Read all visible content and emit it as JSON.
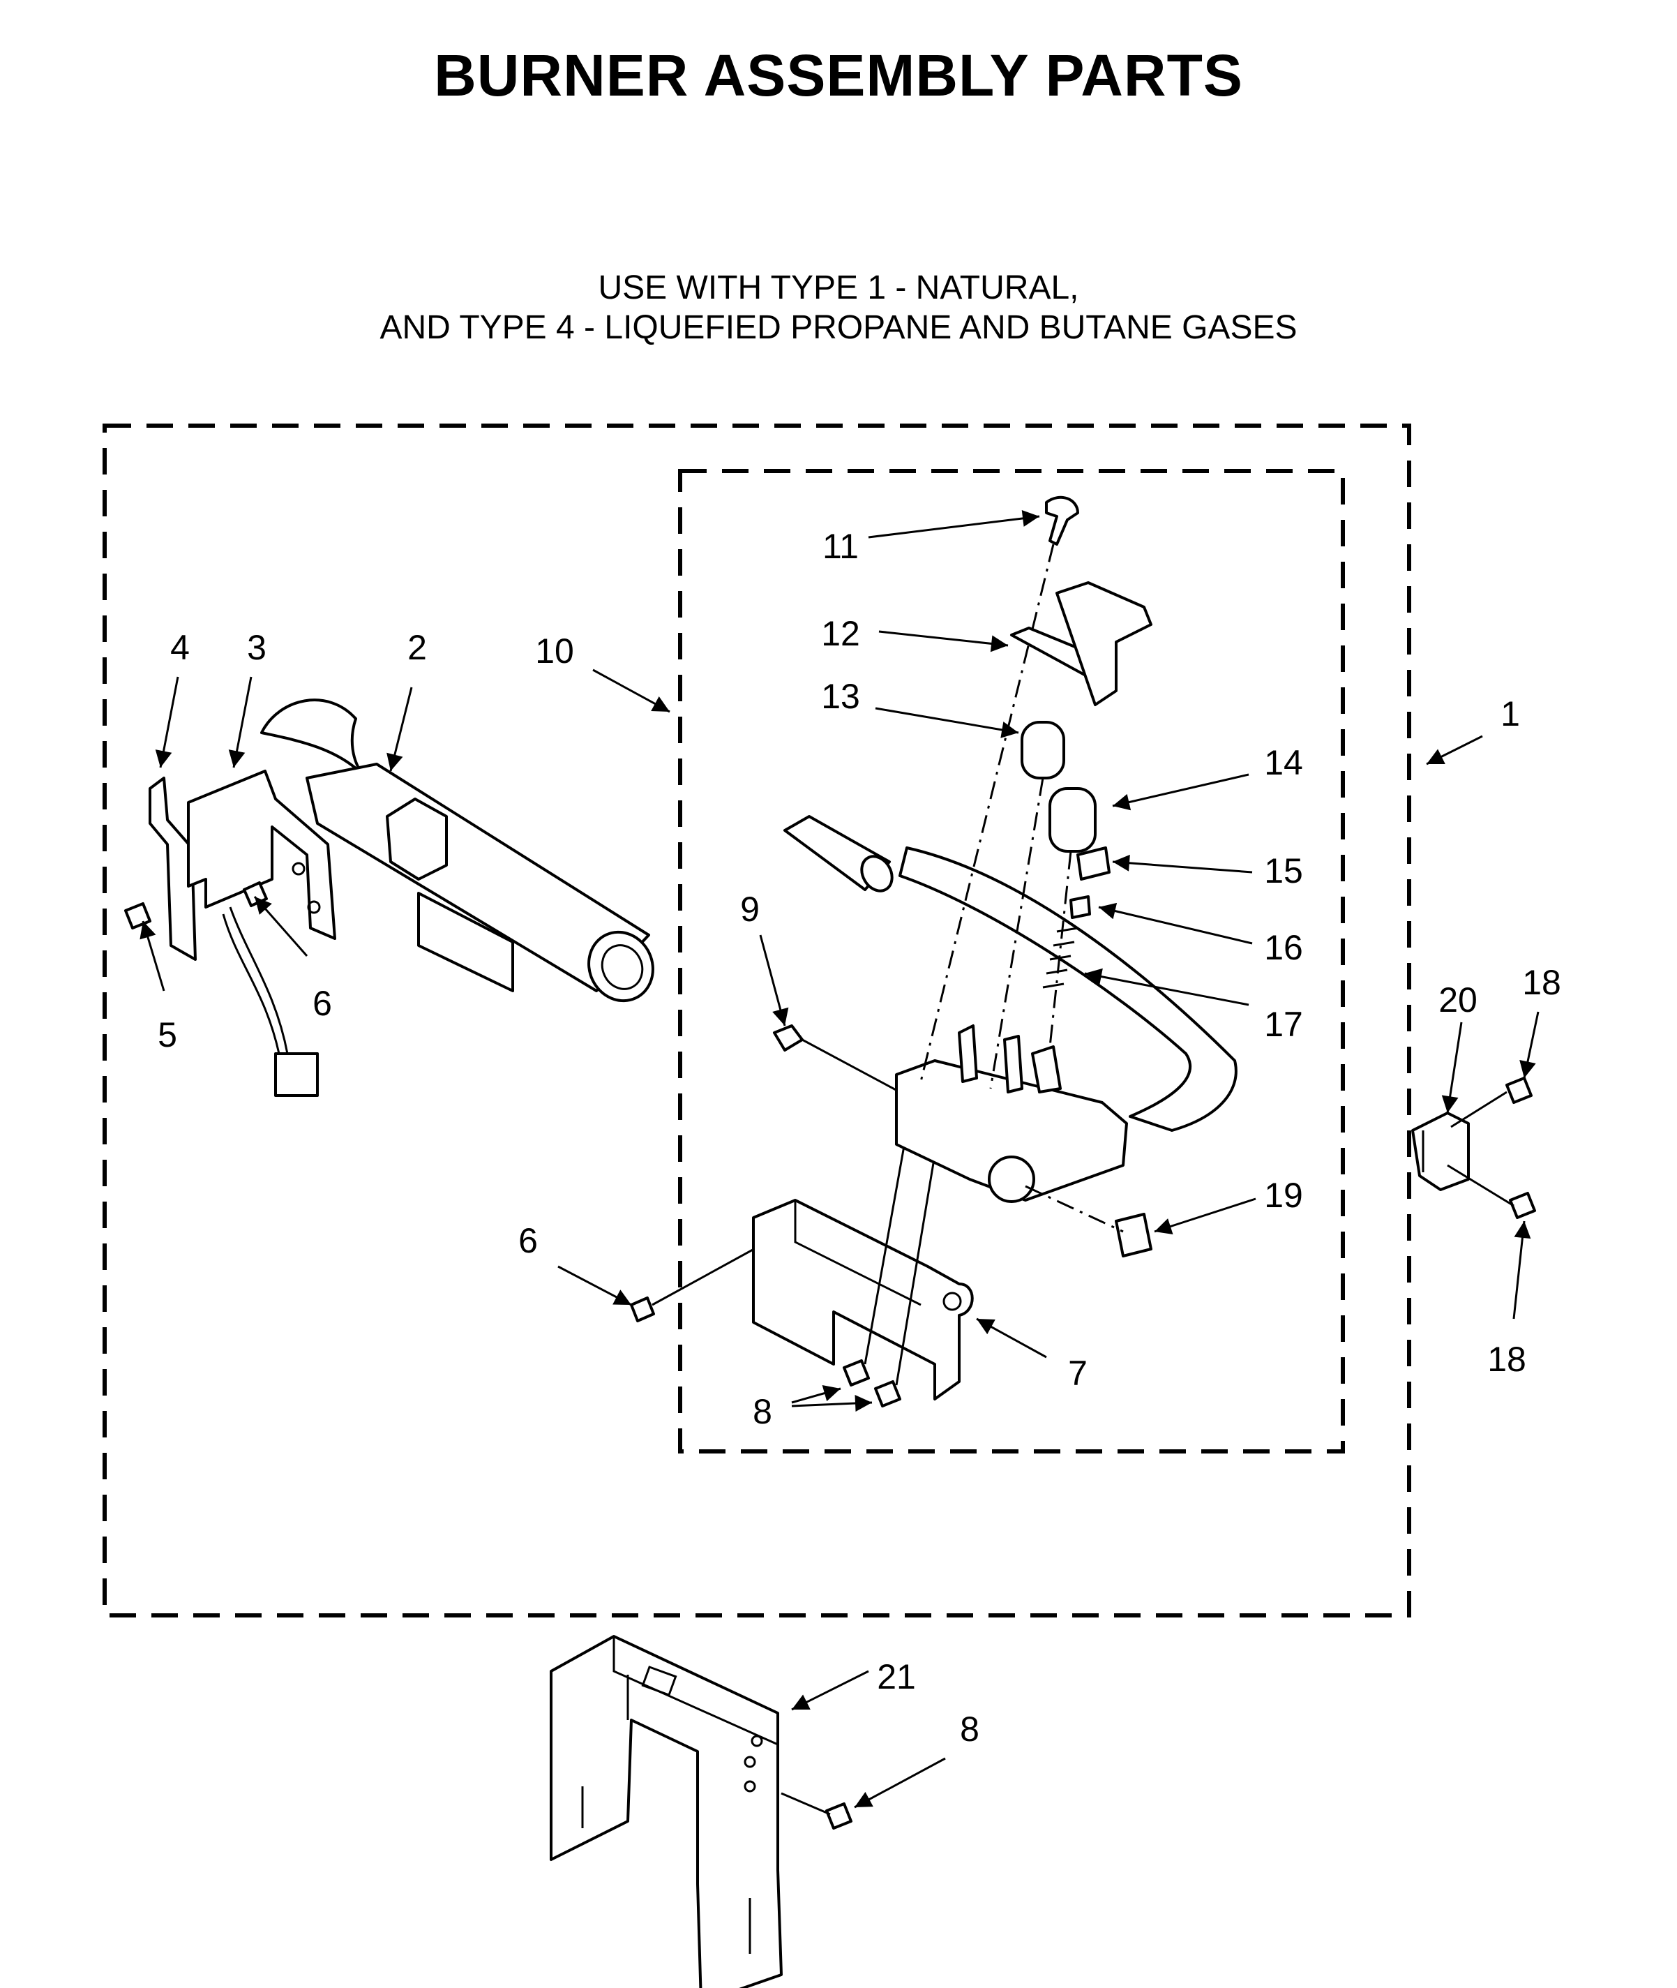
{
  "title": "BURNER ASSEMBLY PARTS",
  "subtitle_line1": "USE WITH TYPE 1 - NATURAL,",
  "subtitle_line2": "AND TYPE 4 - LIQUEFIED PROPANE AND BUTANE GASES",
  "callouts": {
    "c1": "1",
    "c2": "2",
    "c3": "3",
    "c4": "4",
    "c5": "5",
    "c6a": "6",
    "c6b": "6",
    "c7": "7",
    "c8a": "8",
    "c8b": "8",
    "c9": "9",
    "c10": "10",
    "c11": "11",
    "c12": "12",
    "c13": "13",
    "c14": "14",
    "c15": "15",
    "c16": "16",
    "c17": "17",
    "c18a": "18",
    "c18b": "18",
    "c19": "19",
    "c20": "20",
    "c21": "21"
  }
}
